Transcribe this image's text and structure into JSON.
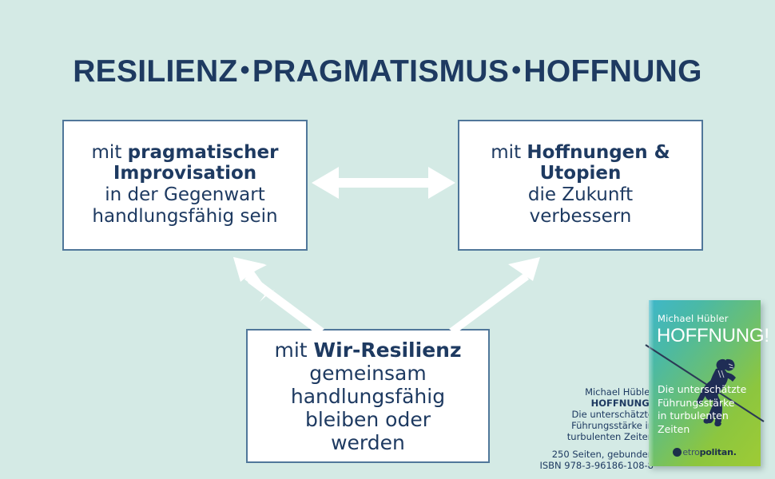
{
  "slide": {
    "background_color": "#d4eae5",
    "accent_navy": "#1e3a61",
    "border_blue": "#50779a",
    "title_part1": "RESILIENZ",
    "title_sep1": "•",
    "title_part2": "PRAGMATISMUS",
    "title_sep2": "•",
    "title_part3": "HOFFNUNG"
  },
  "boxes": {
    "left": {
      "line1_plain": "mit ",
      "line1_bold": "pragmatischer",
      "line2_bold": "Improvisation",
      "line3": "in der Gegenwart",
      "line4": "handlungsfähig sein"
    },
    "right": {
      "line1_plain": "mit ",
      "line1_bold": "Hoffnungen &",
      "line2_bold": "Utopien",
      "line3": "die Zukunft",
      "line4": "verbessern"
    },
    "bottom": {
      "line1_plain": "mit ",
      "line1_bold": "Wir-Resilienz",
      "line2": "gemeinsam",
      "line3": "handlungsfähig",
      "line4": "bleiben oder",
      "line5": "werden"
    }
  },
  "arrows": {
    "horizontal": "double-headed-horizontal-arrow",
    "left_diagonal": "up-left-arrow",
    "right_diagonal": "up-right-arrow",
    "color": "#ffffff"
  },
  "book_credit": {
    "author": "Michael Hübler",
    "title": "HOFFNUNG!",
    "subtitle_line1": "Die unterschätzte",
    "subtitle_line2": "Führungsstärke in",
    "subtitle_line3": "turbulenten Zeiten",
    "pages": "250 Seiten, gebunden",
    "isbn": "ISBN 978-3-96186-108-8"
  },
  "book_cover": {
    "author": "Michael Hübler",
    "title": "HOFFNUNG!",
    "subtitle_line1": "Die unterschätzte",
    "subtitle_line2": "Führungsstärke",
    "subtitle_line3": "in turbulenten Zeiten",
    "publisher_prefix": "etro",
    "publisher_suffix": "politan.",
    "gradient_from": "#3fb7c9",
    "gradient_to": "#9ecb35",
    "artwork": "tightrope-walker-silhouette"
  }
}
